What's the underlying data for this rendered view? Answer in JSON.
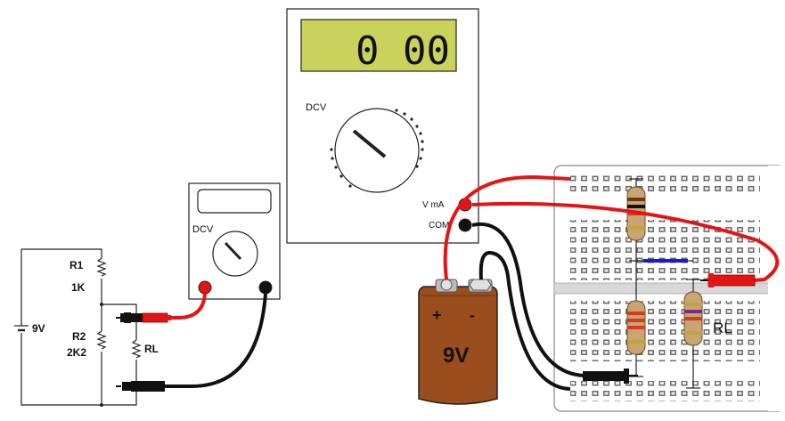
{
  "circuit": {
    "battery_label": "9V",
    "r1_label": "R1",
    "r1_value": "1K",
    "r2_label": "R2",
    "r2_value": "2K2",
    "rl_label": "RL"
  },
  "small_meter": {
    "mode_label": "DCV"
  },
  "big_meter": {
    "display_value": "0 00",
    "mode_label": "DCV",
    "terminal_v_ma": "V   mA",
    "terminal_com": "COM"
  },
  "battery": {
    "voltage_label": "9V",
    "plus_label": "+",
    "minus_label": "-"
  },
  "breadboard": {
    "rl_label": "RL"
  },
  "colors": {
    "probe_red": "#e41414",
    "probe_black": "#111111",
    "lcd_bg": "#c9d25a",
    "battery_body": "#9a4e1e",
    "resistor_body": "#c9a574",
    "jumper_blue": "#1a1ad6"
  }
}
